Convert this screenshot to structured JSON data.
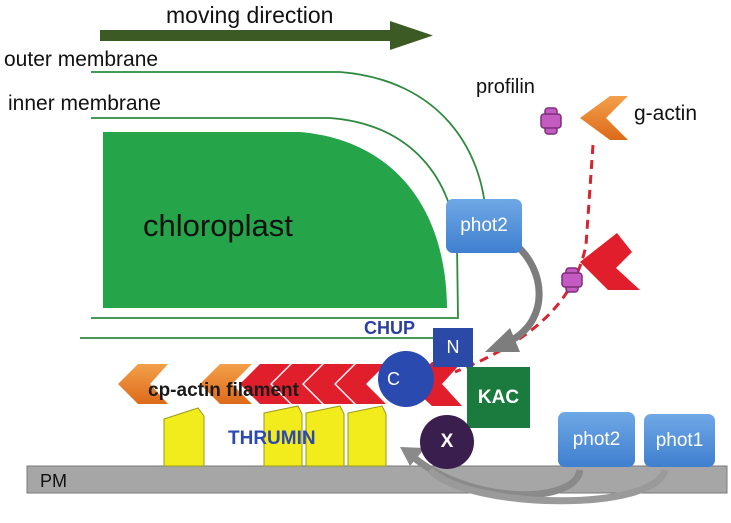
{
  "labels": {
    "moving_direction": "moving direction",
    "outer_membrane": "outer membrane",
    "inner_membrane": "inner membrane",
    "chloroplast": "chloroplast",
    "profilin": "profilin",
    "g_actin": "g-actin",
    "phot2_top": "phot2",
    "chup": "CHUP",
    "n": "N",
    "c": "C",
    "kac": "KAC",
    "x": "X",
    "cp_actin_filament": "cp-actin filament",
    "thrumin": "THRUMIN",
    "phot2_bottom": "phot2",
    "phot1": "phot1",
    "pm": "PM"
  },
  "colors": {
    "arrow": "#3b5a24",
    "chloroplast": "#25a44a",
    "plasma_membrane": "#a6a6a6",
    "actin_red": "#e01e2c",
    "actin_orange": "#ea7a25",
    "profilin": "#c45bc0",
    "thrumin": "#f2ec1c",
    "phot": "#4a8ad6",
    "kac": "#1b7a3e",
    "chup_n": "#2b4aa8",
    "chup_c": "#2a4ab0",
    "x": "#3a1f4e",
    "curved_arrow": "#8a8a8a"
  }
}
